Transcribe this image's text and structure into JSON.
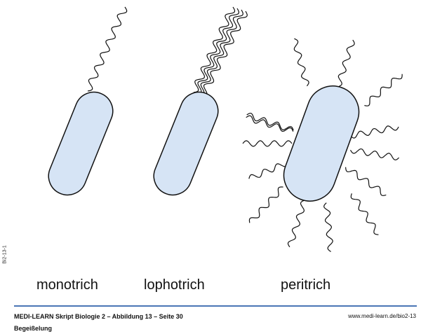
{
  "side_code": "Bi2-13-1",
  "labels": {
    "monotrich": "monotrich",
    "lophotrich": "lophotrich",
    "peritrich": "peritrich"
  },
  "footer": {
    "source": "MEDI-LEARN Skript Biologie 2 – Abbildung 13 – Seite 30",
    "url": "www.medi-learn.de/bio2-13",
    "caption": "Begeißelung"
  },
  "colors": {
    "cell_fill": "#d6e4f5",
    "rule": "#4a75b5"
  }
}
